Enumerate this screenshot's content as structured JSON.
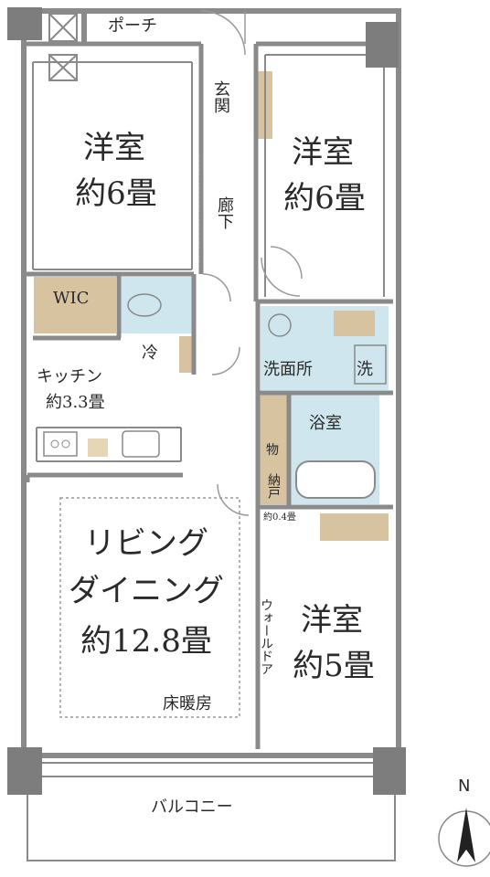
{
  "labels": {
    "porch": "ポーチ",
    "entrance": "玄関",
    "hallway": "廊下",
    "bedroom_nw": {
      "name": "洋室",
      "size": "約6畳"
    },
    "bedroom_ne": {
      "name": "洋室",
      "size": "約6畳"
    },
    "bedroom_se": {
      "name": "洋室",
      "size": "約5畳"
    },
    "wic": "WIC",
    "fridge": "冷",
    "kitchen": {
      "name": "キッチン",
      "size": "約3.3畳"
    },
    "washroom": "洗面所",
    "washer": "洗",
    "bathroom": "浴室",
    "storage": "物",
    "closet": "納戸",
    "closet_size": "約0.4畳",
    "living": {
      "line1": "リビング",
      "line2": "ダイニング",
      "size": "約12.8畳"
    },
    "floor_heating": "床暖房",
    "wall_door": "ウォールドア",
    "balcony": "バルコニー",
    "north": "N"
  },
  "colors": {
    "wall": "#8a8a8a",
    "column": "#7d7d7d",
    "storage_fill": "#d8c3a0",
    "wet_area_fill": "#cfe6ee",
    "door_line": "#9a9a9a"
  }
}
